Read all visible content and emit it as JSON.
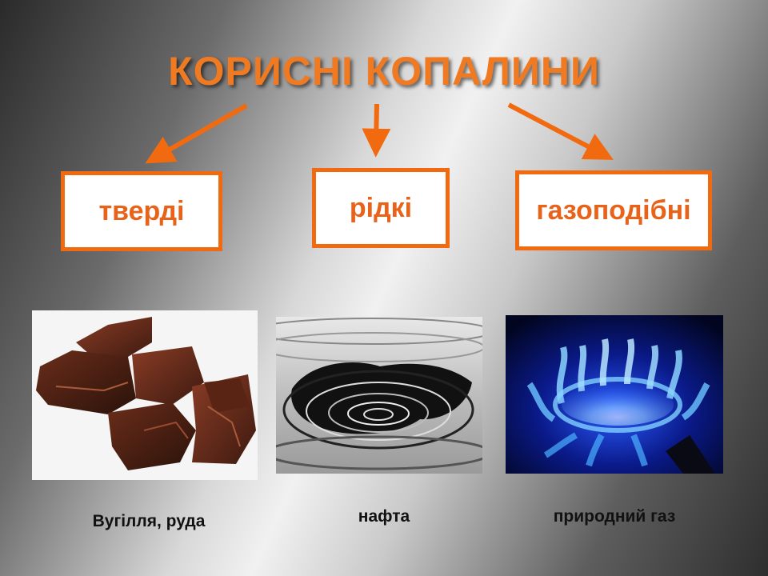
{
  "title": "КОРИСНІ КОПАЛИНИ",
  "categories": [
    {
      "label": "тверді",
      "caption": "Вугілля, руда",
      "image": "coal-ore-photo"
    },
    {
      "label": "рідкі",
      "caption": "нафта",
      "image": "oil-drop-photo"
    },
    {
      "label": "газоподібні",
      "caption": "природний газ",
      "image": "gas-flame-photo"
    }
  ],
  "colors": {
    "accent": "#f26a10",
    "title": "#f07a22"
  }
}
